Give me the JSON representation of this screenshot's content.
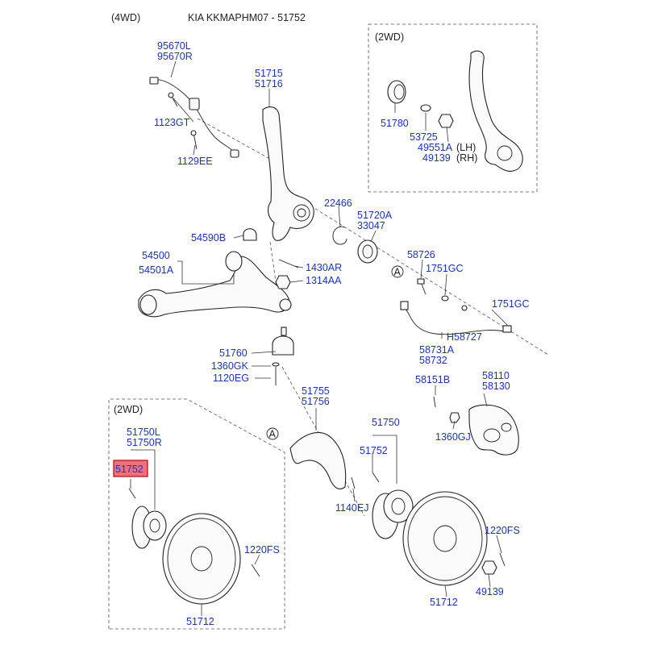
{
  "header": {
    "variant": "(4WD)",
    "title": "KIA KKMAPHM07 - 51752"
  },
  "inset_top": {
    "label": "(2WD)"
  },
  "inset_bottom": {
    "label": "(2WD)"
  },
  "callouts": {
    "a1": "A",
    "a2": "A"
  },
  "side_labels": {
    "lh": "(LH)",
    "rh": "(RH)"
  },
  "colors": {
    "part_number": "#1a33c8",
    "highlight_fill": "#f07080",
    "highlight_stroke": "#cc0000"
  },
  "parts": {
    "p95670L": "95670L",
    "p95670R": "95670R",
    "p1123GT": "1123GT",
    "p1129EE": "1129EE",
    "p51715": "51715",
    "p51716": "51716",
    "p22466": "22466",
    "p51720A": "51720A",
    "p33047": "33047",
    "p54590B": "54590B",
    "p54500": "54500",
    "p54501A": "54501A",
    "p1430AR": "1430AR",
    "p1314AA": "1314AA",
    "p51760": "51760",
    "p1360GK": "1360GK",
    "p1120EG": "1120EG",
    "p51780": "51780",
    "p53725": "53725",
    "p49551A": "49551A",
    "p49139top": "49139",
    "p58726": "58726",
    "p1751GC_a": "1751GC",
    "p1751GC_b": "1751GC",
    "pH58727": "H58727",
    "p58731A": "58731A",
    "p58732": "58732",
    "p58151B": "58151B",
    "p58110": "58110",
    "p58130": "58130",
    "p1360GJ": "1360GJ",
    "p51755": "51755",
    "p51756": "51756",
    "p51750": "51750",
    "p51752_r": "51752",
    "p1140EJ": "1140EJ",
    "p51750L": "51750L",
    "p51750R": "51750R",
    "p51752_hl": "51752",
    "p1220FS_l": "1220FS",
    "p1220FS_r": "1220FS",
    "p51712_l": "51712",
    "p51712_r": "51712",
    "p49139_r": "49139"
  }
}
